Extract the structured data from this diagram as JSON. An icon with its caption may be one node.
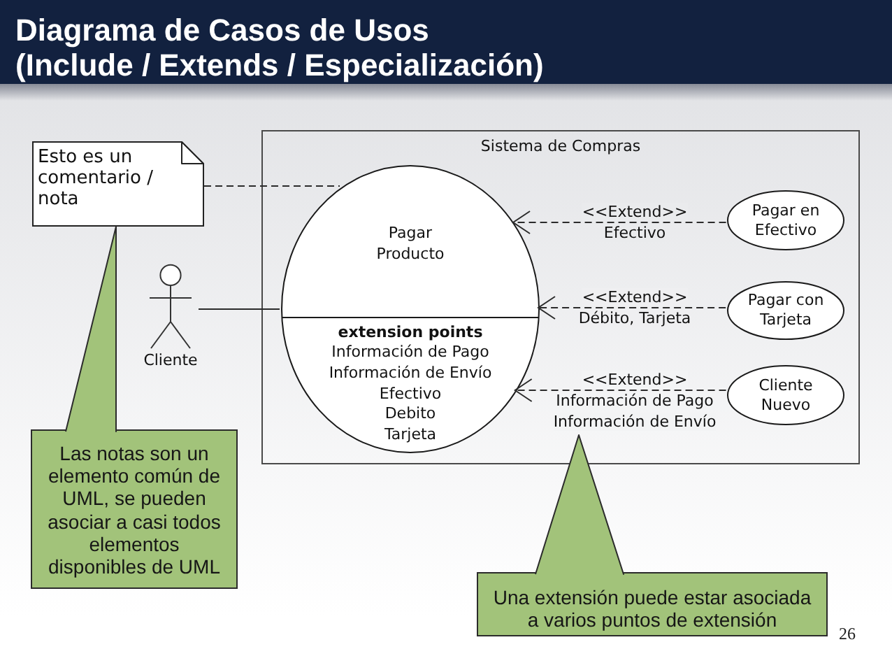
{
  "diagram": {
    "title": "Diagrama de Casos de Usos (Include / Extends / Especialización)",
    "nodes": [
      {
        "text": [
          "Sistema de Compras"
        ]
      },
      {
        "text": [
          "Pagar Producto",
          "extension points",
          "Información de Pago",
          "Información de Envío",
          "Efectivo",
          "Debito",
          "Tarjeta"
        ],
        "in": 0
      },
      {
        "text": [
          "Pagar en Efectivo"
        ],
        "in": 0
      },
      {
        "text": [
          "Pagar con Tarjeta"
        ],
        "in": 0
      },
      {
        "text": [
          "Cliente Nuevo"
        ],
        "in": 0
      },
      {
        "text": [
          "Cliente"
        ]
      },
      {
        "text": [
          "Esto es un comentario / nota"
        ]
      },
      {
        "text": [
          "Las notas son un elemento común de UML, se pueden asociar a casi todos elementos disponibles de UML"
        ]
      },
      {
        "text": [
          "Una extensión puede estar asociada a varios puntos de extensión"
        ]
      }
    ],
    "edges": [
      {
        "from": 5,
        "to": 1,
        "arrow": "none"
      },
      {
        "from": 6,
        "to": 1,
        "arrow": "none",
        "style": "dashed"
      },
      {
        "from": 2,
        "to": 1,
        "arrow": "to",
        "style": "dashed",
        "label": "<<Extend>> Efectivo"
      },
      {
        "from": 3,
        "to": 1,
        "arrow": "to",
        "style": "dashed",
        "label": "<<Extend>> Débito, Tarjeta"
      },
      {
        "from": 4,
        "to": 1,
        "arrow": "to",
        "style": "dashed",
        "label": "<<Extend>> Información de Pago Información de Envío"
      },
      {
        "from": 7,
        "to": 6,
        "arrow": "to",
        "color": "#a2c37a"
      },
      {
        "from": 8,
        "to": null,
        "arrow": "to",
        "color": "#a2c37a"
      }
    ],
    "labels": [
      "26"
    ]
  }
}
